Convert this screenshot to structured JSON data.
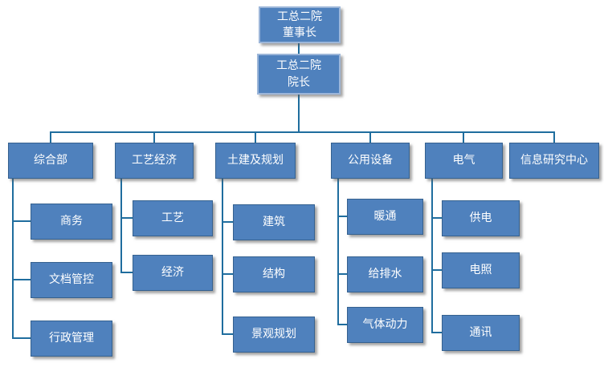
{
  "org_chart": {
    "root": {
      "line1": "工总二院",
      "line2": "董事长"
    },
    "deputy": {
      "line1": "工总二院",
      "line2": "院长"
    },
    "departments": [
      {
        "label": "综合部",
        "children": [
          {
            "label": "商务"
          },
          {
            "label": "文档管控"
          },
          {
            "label": "行政管理"
          }
        ]
      },
      {
        "label": "工艺经济",
        "children": [
          {
            "label": "工艺"
          },
          {
            "label": "经济"
          }
        ]
      },
      {
        "label": "土建及规划",
        "children": [
          {
            "label": "建筑"
          },
          {
            "label": "结构"
          },
          {
            "label": "景观规划"
          }
        ]
      },
      {
        "label": "公用设备",
        "children": [
          {
            "label": "暖通"
          },
          {
            "label": "给排水"
          },
          {
            "label": "气体动力"
          }
        ]
      },
      {
        "label": "电气",
        "children": [
          {
            "label": "供电"
          },
          {
            "label": "电照"
          },
          {
            "label": "通讯"
          }
        ]
      },
      {
        "label": "信息研究中心",
        "children": []
      }
    ]
  },
  "colors": {
    "box_fill": "#4f81bd",
    "box_border": "#35618f",
    "top_box_border": "#9cb6d9",
    "connector": "#1f6d9e",
    "text": "#ffffff",
    "background": "#ffffff"
  }
}
